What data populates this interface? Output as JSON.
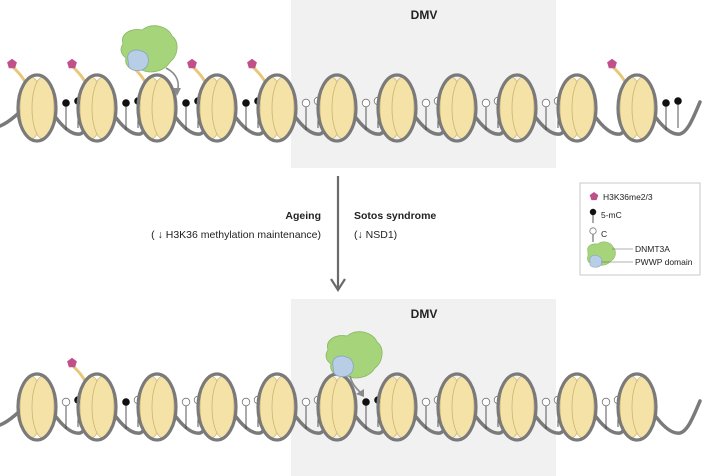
{
  "top_panel": {
    "region_label": "DMV",
    "nucleosomes": [
      {
        "mark": true,
        "right_sites": [
          "m",
          "m"
        ]
      },
      {
        "mark": true,
        "right_sites": [
          "m",
          "m"
        ]
      },
      {
        "mark": true,
        "right_sites": [
          "m",
          "m"
        ]
      },
      {
        "mark": true,
        "right_sites": [
          "m",
          "m"
        ]
      },
      {
        "mark": true,
        "right_sites": [
          "u",
          "u"
        ]
      },
      {
        "mark": false,
        "right_sites": [
          "u",
          "u"
        ]
      },
      {
        "mark": false,
        "right_sites": [
          "u",
          "u"
        ]
      },
      {
        "mark": false,
        "right_sites": [
          "u",
          "u"
        ]
      },
      {
        "mark": false,
        "right_sites": [
          "u",
          "u"
        ]
      },
      {
        "mark": false,
        "right_sites": []
      },
      {
        "mark": true,
        "right_sites": [
          "m",
          "m"
        ]
      }
    ]
  },
  "bottom_panel": {
    "region_label": "DMV",
    "nucleosomes": [
      {
        "mark": false,
        "right_sites": [
          "u",
          "m"
        ]
      },
      {
        "mark": true,
        "right_sites": [
          "m",
          "u"
        ]
      },
      {
        "mark": false,
        "right_sites": [
          "u",
          "u"
        ]
      },
      {
        "mark": false,
        "right_sites": [
          "u",
          "u"
        ]
      },
      {
        "mark": false,
        "right_sites": [
          "u",
          "u"
        ]
      },
      {
        "mark": false,
        "right_sites": [
          "m",
          "m"
        ]
      },
      {
        "mark": false,
        "right_sites": [
          "u",
          "u"
        ]
      },
      {
        "mark": false,
        "right_sites": [
          "u",
          "u"
        ]
      },
      {
        "mark": false,
        "right_sites": [
          "u",
          "u"
        ]
      },
      {
        "mark": false,
        "right_sites": [
          "u",
          "u"
        ]
      },
      {
        "mark": false,
        "right_sites": []
      }
    ]
  },
  "transition": {
    "ageing_title": "Ageing",
    "ageing_detail": "( ↓ H3K36 methylation maintenance)",
    "sotos_title": "Sotos syndrome",
    "sotos_detail": "(↓ NSD1)"
  },
  "legend": {
    "mark_label": "H3K36me2/3",
    "methylated_label": "5-mC",
    "unmethylated_label": "C",
    "enzyme_label": "DNMT3A",
    "domain_label": "PWWP domain"
  },
  "colors": {
    "dna": "#7a7a7a",
    "histone": "#f4e2a6",
    "histone_edge": "#cdb572",
    "mark": "#c0508a",
    "enzyme": "#a6d47a",
    "pwwp": "#b8cde6",
    "dmv_bg": "#f1f1f1",
    "arrow": "#6a6a6a"
  }
}
